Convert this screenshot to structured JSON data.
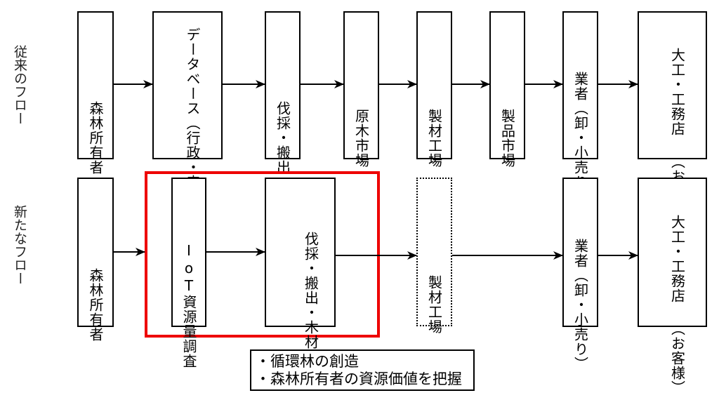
{
  "diagram": {
    "type": "flow-comparison",
    "rows": [
      {
        "id": "traditional",
        "label": "従来のフロー",
        "nodes": [
          {
            "id": "forest-owner",
            "columns": [
              "森林所有者"
            ],
            "style": "solid"
          },
          {
            "id": "database",
            "columns": [
              "データベース",
              "（行政・森林組合）"
            ],
            "style": "solid"
          },
          {
            "id": "logging",
            "columns": [
              "伐採・搬出"
            ],
            "style": "solid"
          },
          {
            "id": "log-market",
            "columns": [
              "原木市場"
            ],
            "style": "solid"
          },
          {
            "id": "sawmill",
            "columns": [
              "製材工場"
            ],
            "style": "solid"
          },
          {
            "id": "product-market",
            "columns": [
              "製品市場"
            ],
            "style": "solid"
          },
          {
            "id": "wholesaler",
            "columns": [
              "業者（卸・小売り）"
            ],
            "style": "solid"
          },
          {
            "id": "carpenter",
            "columns": [
              "大工・工務店",
              "（お客様）"
            ],
            "style": "solid"
          }
        ],
        "edges": [
          [
            "forest-owner",
            "database"
          ],
          [
            "database",
            "logging"
          ],
          [
            "logging",
            "log-market"
          ],
          [
            "log-market",
            "sawmill"
          ],
          [
            "sawmill",
            "product-market"
          ],
          [
            "product-market",
            "wholesaler"
          ],
          [
            "wholesaler",
            "carpenter"
          ]
        ]
      },
      {
        "id": "new",
        "label": "新たなフロー",
        "nodes": [
          {
            "id": "forest-owner",
            "columns": [
              "森林所有者"
            ],
            "style": "solid"
          },
          {
            "id": "iot-survey",
            "columns": [
              "IoT資源量調査"
            ],
            "style": "solid",
            "group": "highlight"
          },
          {
            "id": "logging-purchase",
            "columns": [
              "伐採・搬出",
              "・木材買取"
            ],
            "style": "solid",
            "group": "highlight"
          },
          {
            "id": "sawmill",
            "columns": [
              "製材工場"
            ],
            "style": "dotted"
          },
          {
            "id": "wholesaler",
            "columns": [
              "業者（卸・小売り）"
            ],
            "style": "solid"
          },
          {
            "id": "carpenter",
            "columns": [
              "大工・工務店",
              "（お客様）"
            ],
            "style": "solid"
          }
        ],
        "edges": [
          [
            "forest-owner",
            "highlight"
          ],
          [
            "iot-survey",
            "logging-purchase"
          ],
          [
            "logging-purchase",
            "sawmill"
          ],
          [
            "sawmill",
            "wholesaler"
          ],
          [
            "wholesaler",
            "carpenter"
          ]
        ]
      }
    ],
    "highlight": {
      "name": "highlight-group",
      "color": "#ee0000",
      "contains": [
        "iot-survey",
        "logging-purchase"
      ]
    },
    "note": {
      "lines": [
        "・循環林の創造",
        "・森林所有者の資源価値を把握"
      ]
    },
    "colors": {
      "stroke": "#000000",
      "highlight": "#ee0000",
      "background": "#ffffff"
    }
  }
}
